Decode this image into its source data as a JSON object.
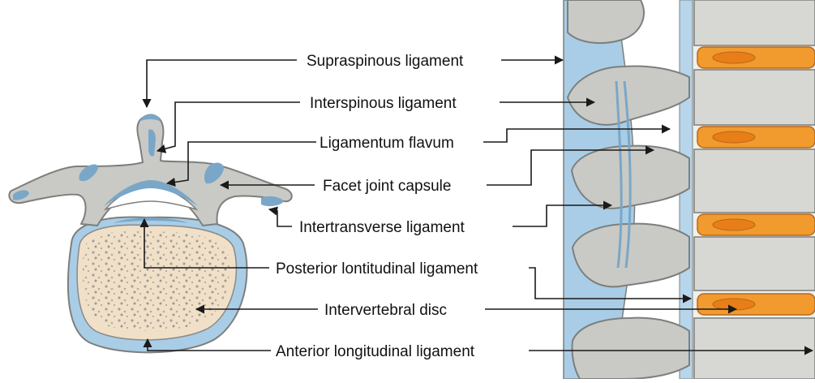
{
  "figure": {
    "labels": {
      "supraspinous": "Supraspinous ligament",
      "interspinous": "Interspinous ligament",
      "flavum": "Ligamentum flavum",
      "facet": "Facet joint capsule",
      "intertransverse": "Intertransverse ligament",
      "posterior_long": "Posterior lontitudinal ligament",
      "disc": "Intervertebral disc",
      "anterior_long": "Anterior longitudinal ligament"
    },
    "colors": {
      "bone": "#c9cac6",
      "bone_outline": "#7d7f7d",
      "ligament": "#9ec7e2",
      "ligament_dark": "#7aa7c8",
      "disc_orange": "#f19a2e",
      "disc_inner": "#e87e18",
      "cancellous": "#f1e0c8",
      "leader": "#1a1a1a"
    }
  }
}
